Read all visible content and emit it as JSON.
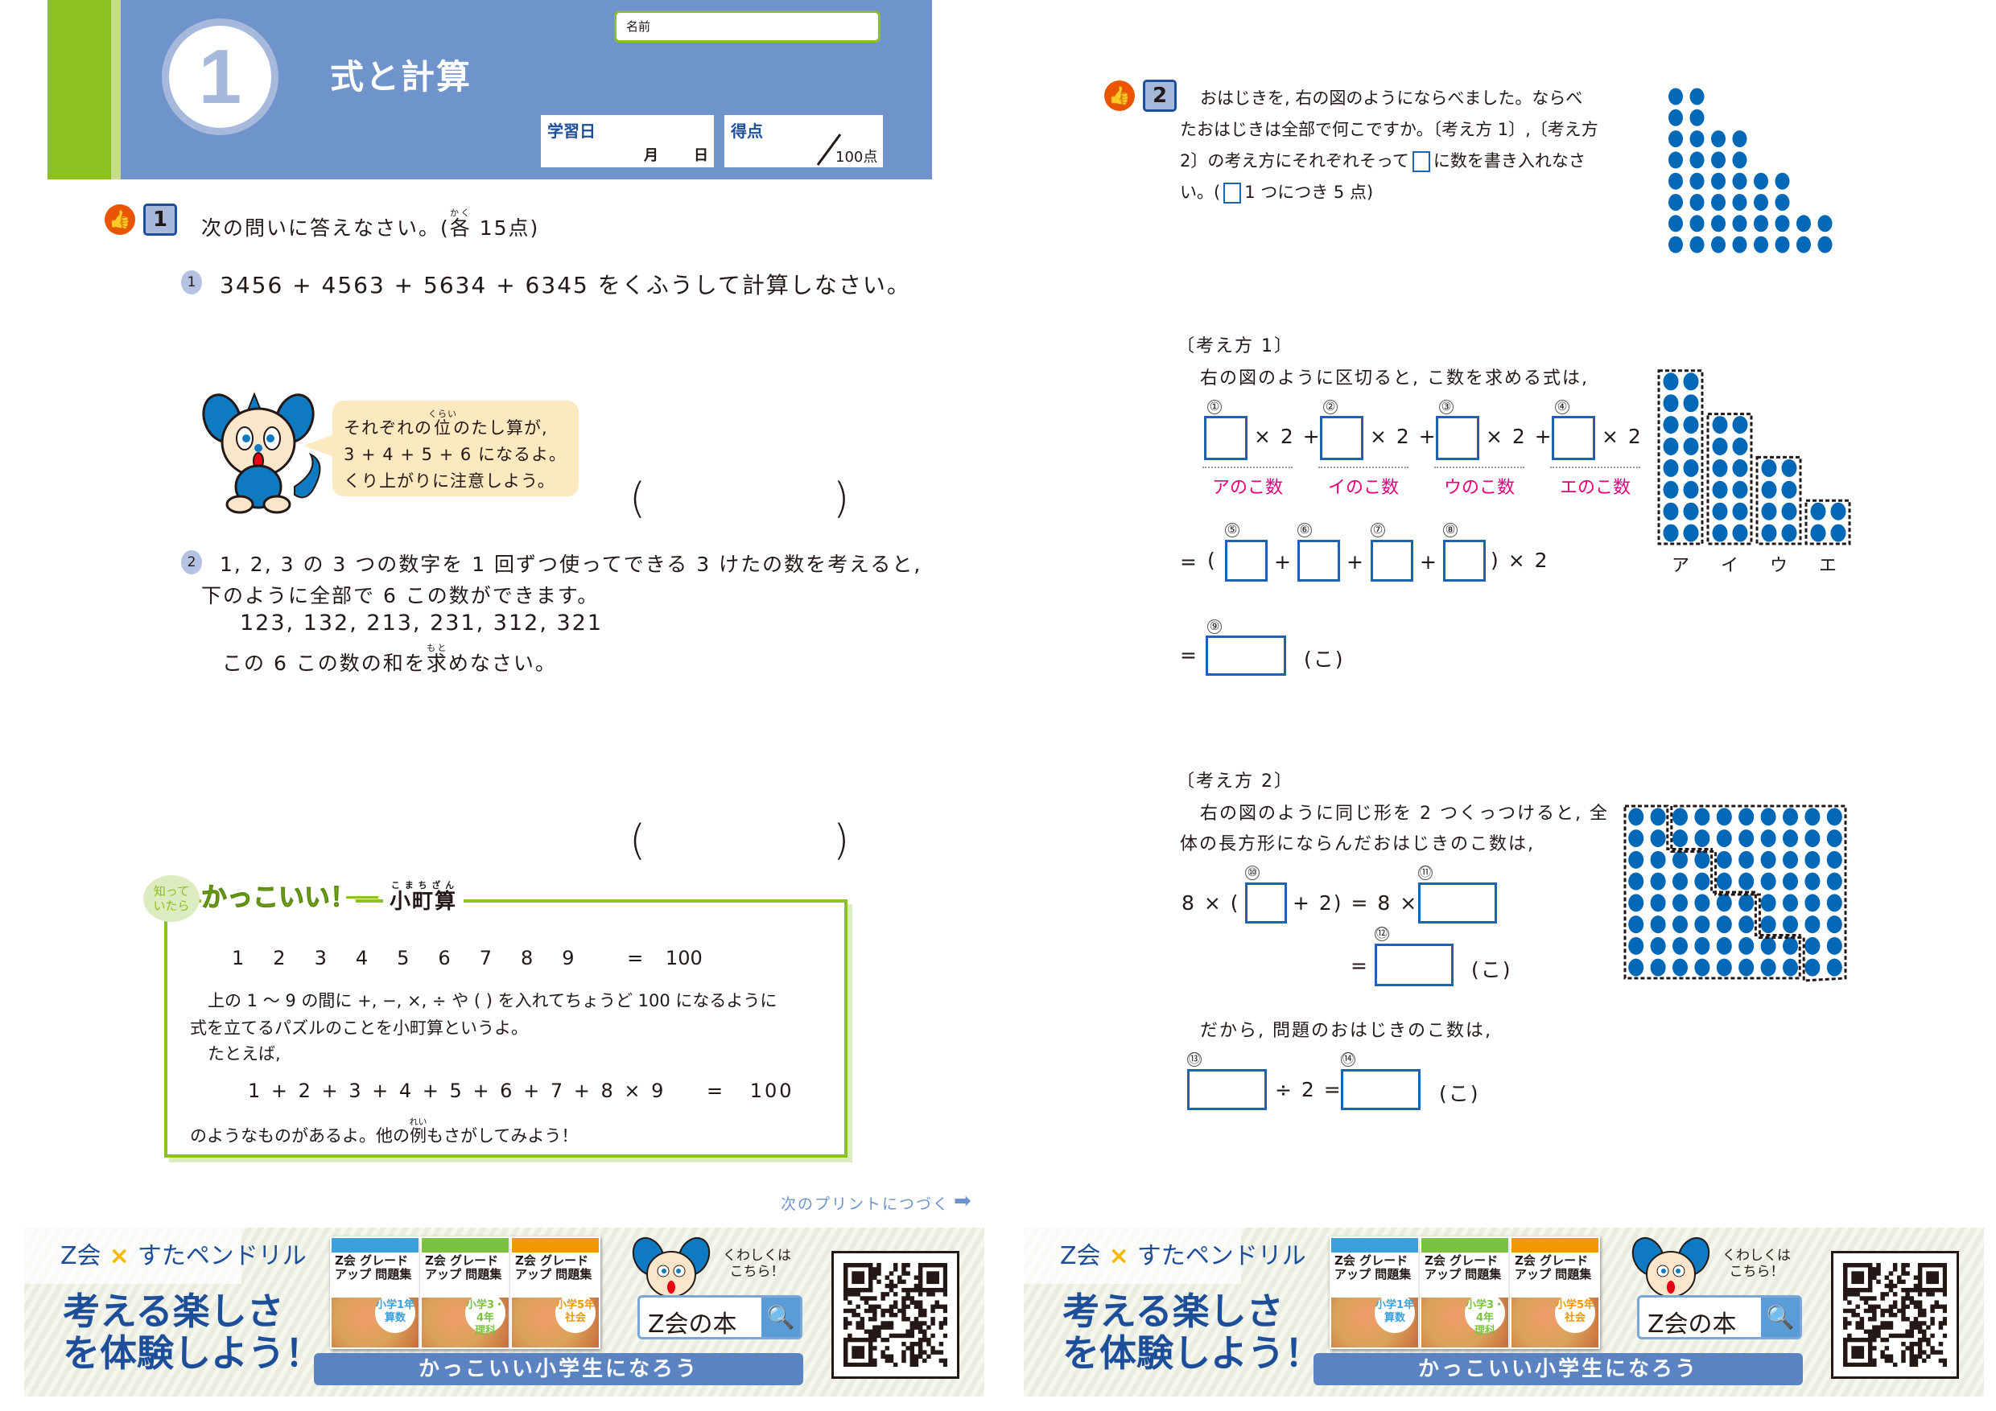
{
  "header": {
    "unit_number": "1",
    "title": "式と計算",
    "name_label": "名前",
    "date_label": "学習日",
    "month_label": "月",
    "day_label": "日",
    "score_label": "得点",
    "score_max": "100点",
    "colors": {
      "band": "#6f93cb",
      "strip": "#8cc21f"
    }
  },
  "q1": {
    "number": "1",
    "instruction": "次の問いに答えなさい。(",
    "instruction_ruby_base": "各",
    "instruction_ruby": "かく",
    "instruction_tail": " 15点)",
    "sub1": {
      "number": "1",
      "text": "3456 + 4563 + 5634 + 6345 をくふうして計算しなさい。"
    },
    "hint": {
      "line1_pre": "それぞれの",
      "line1_ruby_base": "位",
      "line1_ruby": "くらい",
      "line1_post": "のたし算が,",
      "line2": "3 + 4 + 5 + 6 になるよ。",
      "line3": "くり上がりに注意しよう。"
    },
    "sub2": {
      "number": "2",
      "line1": "1, 2, 3 の 3 つの数字を 1 回ずつ使ってできる 3 けたの数を考えると,",
      "line2": "下のように全部で 6 この数ができます。",
      "numbers": "123, 132, 213, 231, 312, 321",
      "line4_pre": "この 6 この数の和を",
      "line4_ruby_base": "求",
      "line4_ruby": "もと",
      "line4_post": "めなさい。"
    },
    "paren_open": "(",
    "paren_close": ")"
  },
  "komachi": {
    "badge_small": "知って いたら",
    "badge_big": "かっこいい！",
    "title": "小町算",
    "title_ruby": "こまちざん",
    "digits": [
      "1",
      "2",
      "3",
      "4",
      "5",
      "6",
      "7",
      "8",
      "9"
    ],
    "equals": "=",
    "result": "100",
    "explain1": "上の 1 ～ 9 の間に +, −, ×, ÷ や ( ) を入れてちょうど 100 になるように",
    "explain2": "式を立てるパズルのことを小町算というよ。",
    "explain3": "たとえば,",
    "example": "1 + 2 + 3 + 4 + 5 + 6 + 7 + 8 × 9",
    "closing_pre": "のようなものがあるよ。他の",
    "closing_ruby_base": "例",
    "closing_ruby": "れい",
    "closing_post": "もさがしてみよう！"
  },
  "next_print": "次のプリントにつづく",
  "q2": {
    "number": "2",
    "line1": "おはじきを, 右の図のようにならべました。ならべ",
    "line2": "たおはじきは全部で何こですか。〔考え方 1〕,〔考え方",
    "line3_pre": "2〕の考え方にそれぞれそって",
    "line3_post": "に数を書き入れなさ",
    "line4_pre": "い。(",
    "line4_post": "1 つにつき 5 点)",
    "dot_rows": [
      2,
      2,
      4,
      4,
      6,
      6,
      8,
      8
    ],
    "dot_color": "#0068b7",
    "method1": {
      "heading": "〔考え方 1〕",
      "intro": "右の図のように区切ると, こ数を求める式は,",
      "times2": "× 2",
      "plus": "+",
      "equals": "=",
      "paren_open": "(",
      "paren_close": ")",
      "unit": "(こ)",
      "box_numbers": [
        "①",
        "②",
        "③",
        "④",
        "⑤",
        "⑥",
        "⑦",
        "⑧",
        "⑨"
      ],
      "labels": [
        "アのこ数",
        "イのこ数",
        "ウのこ数",
        "エのこ数"
      ],
      "label_color": "#e4007f",
      "columns": [
        {
          "label": "ア",
          "rows": 8
        },
        {
          "label": "イ",
          "rows": 6
        },
        {
          "label": "ウ",
          "rows": 4
        },
        {
          "label": "エ",
          "rows": 2
        }
      ]
    },
    "method2": {
      "heading": "〔考え方 2〕",
      "intro1": "右の図のように同じ形を 2 つくっつけると, 全",
      "intro2": "体の長方形にならんだおはじきのこ数は,",
      "eq1_a": "8 × (",
      "eq1_b": "+ 2)  = 8 ×",
      "eq2": "=",
      "unit": "(こ)",
      "therefore": "だから, 問題のおはじきのこ数は,",
      "eq3_mid": "÷ 2 =",
      "box_numbers": [
        "⑩",
        "⑪",
        "⑫",
        "⑬",
        "⑭"
      ],
      "grid_cols": 10,
      "grid_rows": 8,
      "left_shape_rows": [
        2,
        2,
        4,
        4,
        6,
        6,
        8,
        8
      ]
    }
  },
  "banner": {
    "brand_left": "Z会",
    "brand_x": "×",
    "brand_right": "すたペンドリル",
    "headline1": "考える楽しさ",
    "headline2": "を体験しよう！",
    "books": [
      {
        "title": "Z会 グレードアップ 問題集",
        "grade": "小学1年",
        "subject": "算数",
        "color": "#3ca0dc"
      },
      {
        "title": "Z会 グレードアップ 問題集",
        "grade": "小学3・4年",
        "subject": "理科",
        "color": "#7cc242"
      },
      {
        "title": "Z会 グレードアップ 問題集",
        "grade": "小学5年",
        "subject": "社会",
        "color": "#f39800"
      }
    ],
    "slogan": "かっこいい小学生になろう",
    "more1": "くわしくは",
    "more2": "こちら！",
    "search_text": "Z会の本",
    "search_icon": "magnifier-icon"
  }
}
